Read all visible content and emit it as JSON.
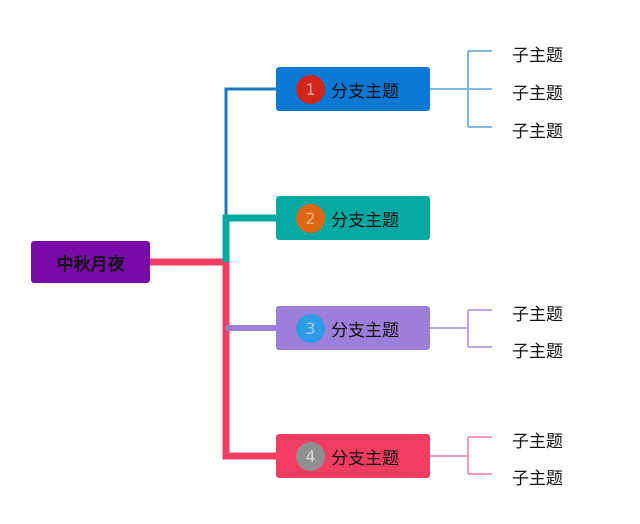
{
  "root": {
    "label": "中秋月夜",
    "color": "#7a0aa8"
  },
  "branches": [
    {
      "number": "1",
      "label": "分支主题",
      "color": "#0a78d4",
      "badge_color": "#d2261d",
      "badge_text_color": "#f4a0a0",
      "line_color": "#1a7ac4",
      "subtopics": [
        "子主题",
        "子主题",
        "子主题"
      ],
      "sub_line_color": "#7fb8e0"
    },
    {
      "number": "2",
      "label": "分支主题",
      "color": "#06a9a1",
      "badge_color": "#de6716",
      "badge_text_color": "#f6b27a",
      "line_color": "#06a9a1",
      "subtopics": [],
      "sub_line_color": "#06a9a1"
    },
    {
      "number": "3",
      "label": "分支主题",
      "color": "#9d7ed9",
      "badge_color": "#2f9be6",
      "badge_text_color": "#9dd0f5",
      "line_color": "#9d7ed9",
      "subtopics": [
        "子主题",
        "子主题"
      ],
      "sub_line_color": "#bba7e6"
    },
    {
      "number": "4",
      "label": "分支主题",
      "color": "#f23d63",
      "badge_color": "#8f8f8f",
      "badge_text_color": "#d8d8d8",
      "line_color": "#f23d63",
      "subtopics": [
        "子主题",
        "子主题"
      ],
      "sub_line_color": "#f49ab0"
    }
  ],
  "trunk_color": "#f23d63"
}
